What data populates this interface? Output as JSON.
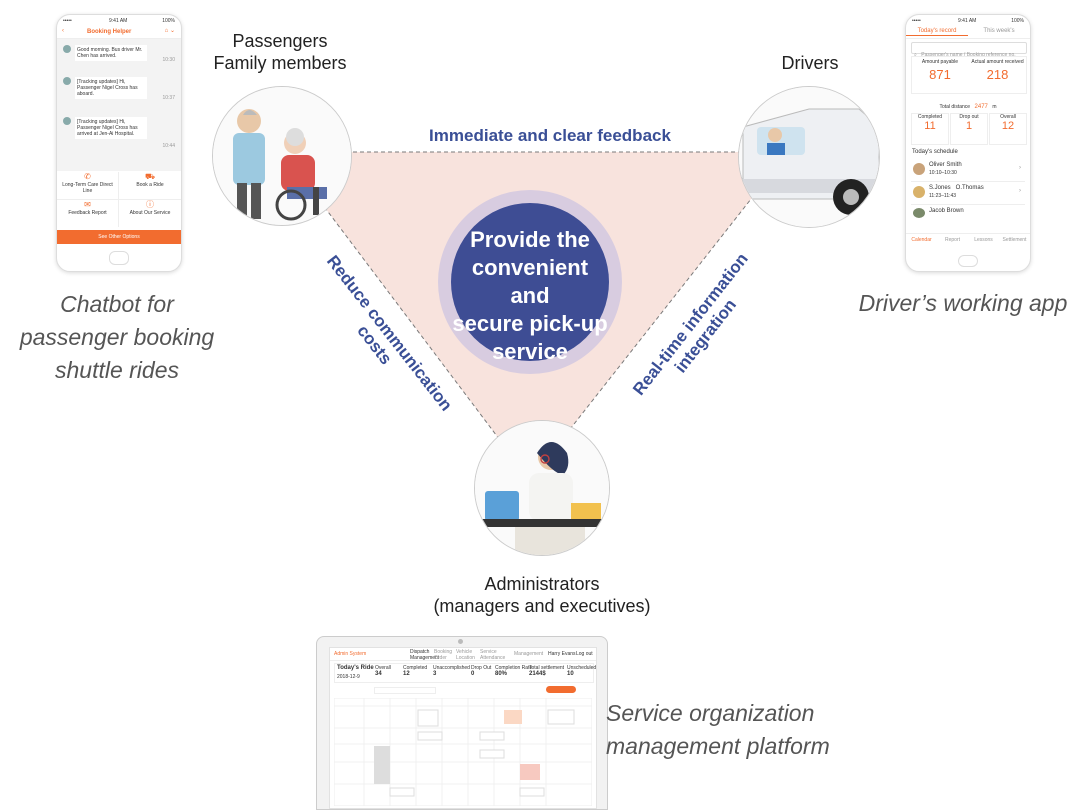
{
  "center": {
    "line1": "Provide the",
    "line2": "convenient and",
    "line3": "secure pick-up",
    "line4": "service"
  },
  "edges": {
    "top": "Immediate and clear feedback",
    "left_line1": "Reduce communication",
    "left_line2": "costs",
    "right_line1": "Real-time information",
    "right_line2": "integration"
  },
  "roles": {
    "passengers_line1": "Passengers",
    "passengers_line2": "Family members",
    "drivers": "Drivers",
    "admin_line1": "Administrators",
    "admin_line2": "(managers and executives)"
  },
  "captions": {
    "chatbot_line1": "Chatbot for",
    "chatbot_line2": "passenger booking",
    "chatbot_line3": "shuttle rides",
    "driver_app": "Driver’s working app",
    "platform_line1": "Service organization",
    "platform_line2": "management platform"
  },
  "chatbot_phone": {
    "time": "9:41 AM",
    "battery": "100%",
    "title": "Booking Helper",
    "messages": [
      {
        "text": "Good morning. Bus driver Mr. Chen has arrived.",
        "time": "10:30"
      },
      {
        "text": "[Tracking updates] Hi, Passenger Nigel Cross has aboard.",
        "time": "10:37"
      },
      {
        "text": "[Tracking updates] Hi, Passenger Nigel Cross has arrived at Jen-Ai Hospital.",
        "time": "10:44"
      }
    ],
    "menu": [
      "Long-Term Care Direct Line",
      "Book a Ride",
      "Feedback Report",
      "About Our Service"
    ],
    "cta": "See Other Options"
  },
  "driver_phone": {
    "time": "9:41 AM",
    "battery": "100%",
    "tab_active": "Today's record",
    "tab_other": "This week's",
    "search_placeholder": "Passenger's name / Booking reference no.",
    "amount_payable_label": "Amount payable",
    "amount_payable": "871",
    "actual_received_label": "Actual amount received",
    "actual_received": "218",
    "total_distance_label": "Total distance",
    "total_distance": "2477",
    "distance_unit": "m",
    "stats": [
      {
        "label": "Completed",
        "value": "11"
      },
      {
        "label": "Drop out",
        "value": "1"
      },
      {
        "label": "Overall",
        "value": "12"
      }
    ],
    "schedule_title": "Today's schedule",
    "schedule": [
      {
        "name": "Oliver Smith",
        "time": "10:10–10:30"
      },
      {
        "name": "S.Jones   O.Thomas",
        "time": "11:23–11:43"
      },
      {
        "name": "Jacob Brown",
        "time": ""
      }
    ],
    "nav": [
      "Calendar",
      "Report",
      "Lessons",
      "Settlement"
    ]
  },
  "laptop": {
    "brand": "Admin System",
    "nav": [
      "Dispatch Management",
      "Booking Order",
      "Vehicle Location",
      "Service Attendance",
      "Management"
    ],
    "user": "Harry Evans",
    "logout": "Log out",
    "title": "Today's Ride",
    "date": "2018-12-9",
    "stats": [
      {
        "label": "Overall",
        "value": "34"
      },
      {
        "label": "Completed",
        "value": "12"
      },
      {
        "label": "Unaccomplished",
        "value": "3"
      },
      {
        "label": "Drop Out",
        "value": "0"
      },
      {
        "label": "Completion Rate",
        "value": "80%"
      },
      {
        "label": "Total settlement",
        "value": "2144$"
      },
      {
        "label": "Unscheduled",
        "value": "10"
      }
    ]
  },
  "colors": {
    "accent": "#f26c2f",
    "center_fill": "#3e4d94",
    "center_ring": "#d8cce0",
    "triangle_fill": "#f8e3dd",
    "edge_text": "#3a4f96"
  }
}
